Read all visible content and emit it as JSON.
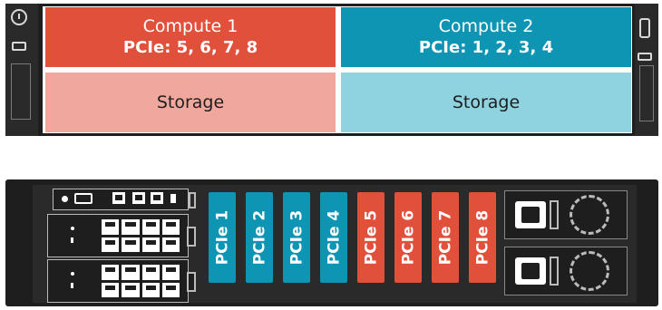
{
  "front": {
    "compute_1": {
      "title": "Compute 1",
      "pcie": "PCIe: 5, 6, 7, 8"
    },
    "compute_2": {
      "title": "Compute 2",
      "pcie": "PCIe: 1, 2, 3, 4"
    },
    "storage_1": {
      "label": "Storage"
    },
    "storage_2": {
      "label": "Storage"
    }
  },
  "rear": {
    "slots": [
      {
        "label": "PCIe 1",
        "color": "#0e95b4"
      },
      {
        "label": "PCIe 2",
        "color": "#0e95b4"
      },
      {
        "label": "PCIe 3",
        "color": "#0e95b4"
      },
      {
        "label": "PCIe 4",
        "color": "#0e95b4"
      },
      {
        "label": "PCIe 5",
        "color": "#e0503a"
      },
      {
        "label": "PCIe 6",
        "color": "#e0503a"
      },
      {
        "label": "PCIe 7",
        "color": "#e0503a"
      },
      {
        "label": "PCIe 8",
        "color": "#e0503a"
      }
    ]
  },
  "colors": {
    "compute_1": "#e0503a",
    "compute_2": "#0e95b4",
    "storage_1": "#f0a89e",
    "storage_2": "#8ed3df",
    "chassis": "#1e1e1e"
  },
  "icons": [
    "power-icon",
    "usb-icon",
    "vga-port-icon",
    "ethernet-port-icon",
    "power-socket-icon",
    "fan-icon"
  ]
}
